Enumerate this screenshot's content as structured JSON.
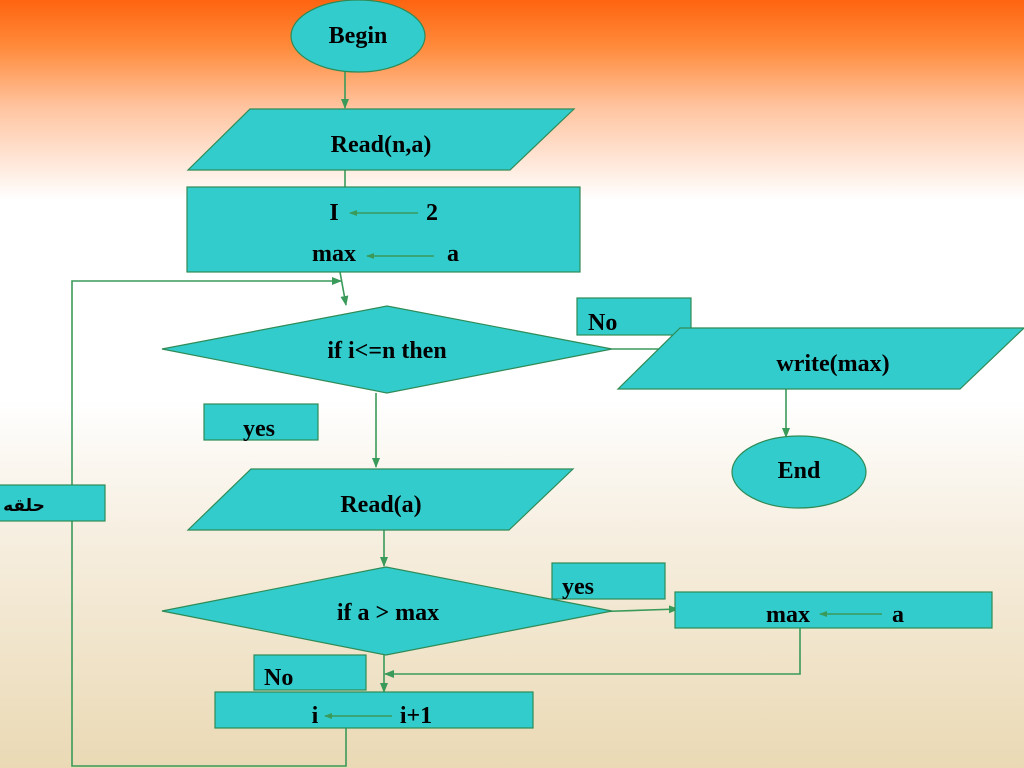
{
  "nodes": {
    "begin": "Begin",
    "read_na": "Read(n,a)",
    "init_i_var": "I",
    "init_i_val": "2",
    "init_max_var": "max",
    "init_max_val": "a",
    "cond1": "if  i<=n then",
    "write_max": "write(max)",
    "end": "End",
    "read_a": "Read(a)",
    "cond2": "if  a > max",
    "assign_max_var": "max",
    "assign_max_val": "a",
    "inc_var": "i",
    "inc_val": "i+1"
  },
  "labels": {
    "no1": "No",
    "yes1": "yes",
    "yes2": "yes",
    "no2": "No",
    "loop": "حلقه"
  },
  "colors": {
    "shape_fill": "#33cccc",
    "line": "#3a9a5a"
  }
}
